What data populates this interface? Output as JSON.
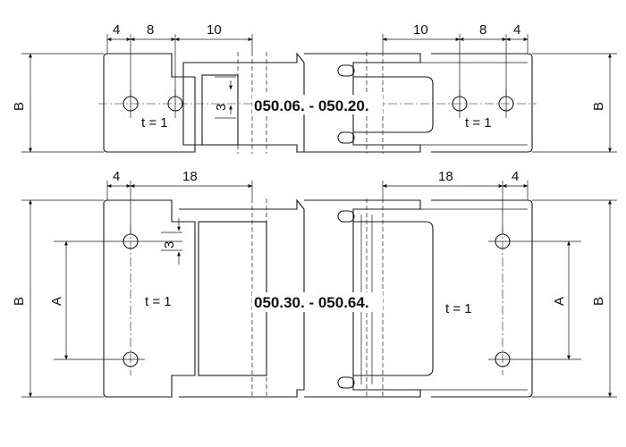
{
  "top_diagram": {
    "model_range": "050.06. - 050.20.",
    "dims": {
      "a": "4",
      "b": "8",
      "c": "10",
      "d": "10",
      "e": "8",
      "f": "4",
      "gap": "3"
    },
    "height_label": "B",
    "thickness_left": "t = 1",
    "thickness_right": "t = 1"
  },
  "bottom_diagram": {
    "model_range": "050.30. - 050.64.",
    "dims": {
      "a": "4",
      "b": "18",
      "c": "18",
      "d": "4",
      "gap": "3"
    },
    "height_label": "B",
    "hole_spacing_label": "A",
    "thickness_left": "t = 1",
    "thickness_right": "t = 1"
  }
}
